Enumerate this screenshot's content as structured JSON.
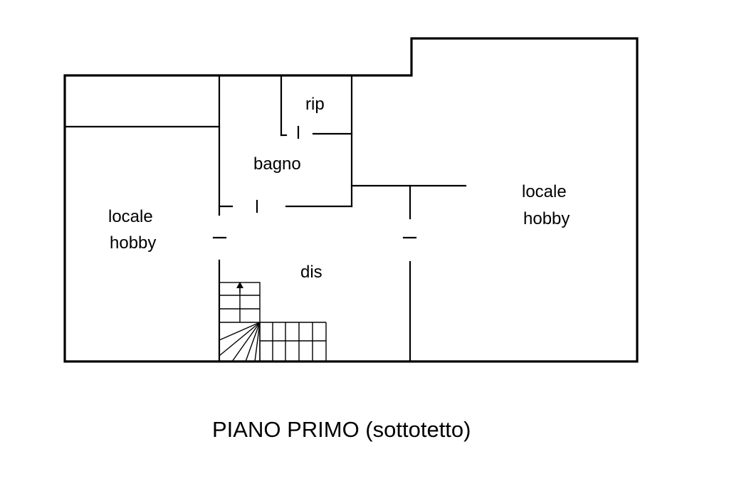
{
  "plan": {
    "rooms": {
      "left_hobby": {
        "line1": "locale",
        "line2": "hobby"
      },
      "right_hobby": {
        "line1": "locale",
        "line2": "hobby"
      },
      "bathroom": "bagno",
      "storage": "rip",
      "hallway": "dis"
    },
    "caption": "PIANO PRIMO (sottotetto)"
  }
}
